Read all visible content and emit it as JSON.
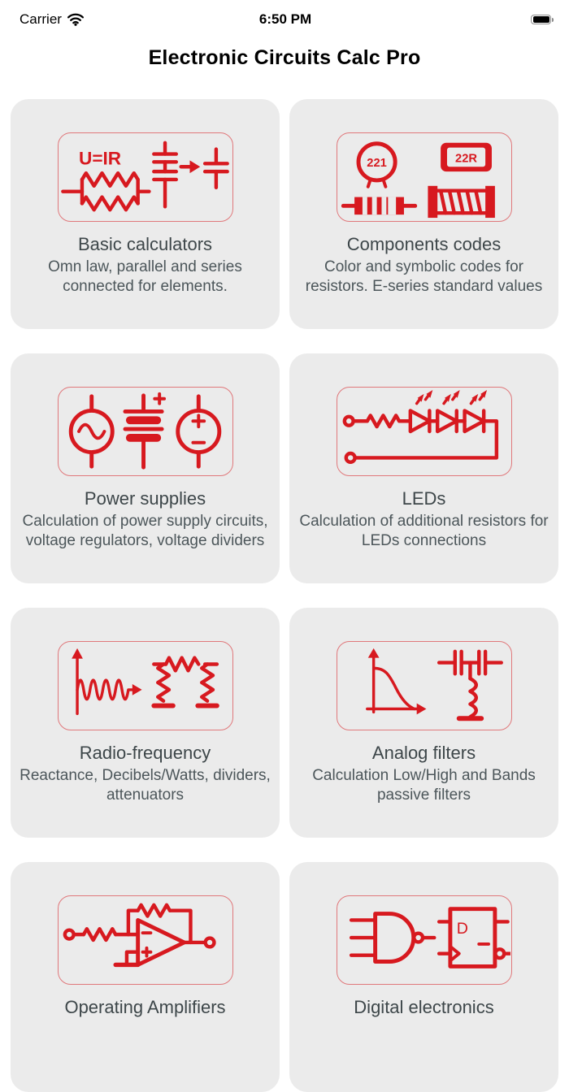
{
  "status_bar": {
    "carrier": "Carrier",
    "time": "6:50 PM"
  },
  "header": {
    "title": "Electronic Circuits Calc Pro"
  },
  "colors": {
    "accent_red": "#d7191f",
    "card_bg": "#ebebeb",
    "title_text": "#3d4649",
    "desc_text": "#4c565a"
  },
  "cards": [
    {
      "title": "Basic calculators",
      "description": "Omn law, parallel and series connected for elements.",
      "icon_labels": {
        "formula": "U=IR"
      }
    },
    {
      "title": "Components codes",
      "description": "Color and symbolic codes for resistors. E-series standard values",
      "icon_labels": {
        "capacitor_marking": "221",
        "smd_code": "22R"
      }
    },
    {
      "title": "Power supplies",
      "description": "Calculation of power supply circuits, voltage regulators, voltage dividers"
    },
    {
      "title": "LEDs",
      "description": "Calculation of additional resistors for LEDs connections"
    },
    {
      "title": "Radio-frequency",
      "description": "Reactance, Decibels/Watts, dividers, attenuators"
    },
    {
      "title": "Analog filters",
      "description": "Calculation Low/High and Bands passive filters"
    },
    {
      "title": "Operating Amplifiers",
      "description": "",
      "icon_labels": {}
    },
    {
      "title": "Digital electronics",
      "description": "",
      "icon_labels": {
        "flipflop_input": "D"
      }
    }
  ]
}
